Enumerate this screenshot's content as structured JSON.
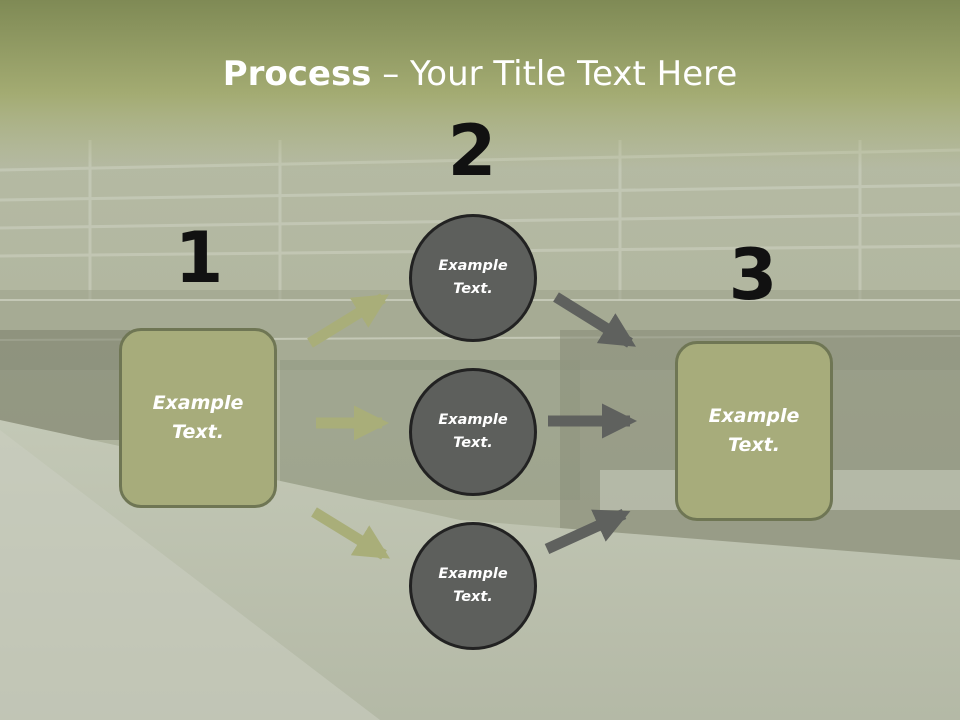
{
  "title": {
    "bold": "Process",
    "rest": " – Your Title Text Here"
  },
  "steps": {
    "one": {
      "number": "1",
      "text": "Example Text."
    },
    "two": {
      "number": "2"
    },
    "three": {
      "number": "3",
      "text": "Example Text."
    }
  },
  "circles": [
    {
      "text": "Example Text."
    },
    {
      "text": "Example Text."
    },
    {
      "text": "Example Text."
    }
  ],
  "colors": {
    "header_green": "#a6ad74",
    "box_fill": "#a7ac7b",
    "circle_fill": "#5d5f5c",
    "left_arrow": "#a9ae79",
    "right_arrow": "#5f615e"
  }
}
